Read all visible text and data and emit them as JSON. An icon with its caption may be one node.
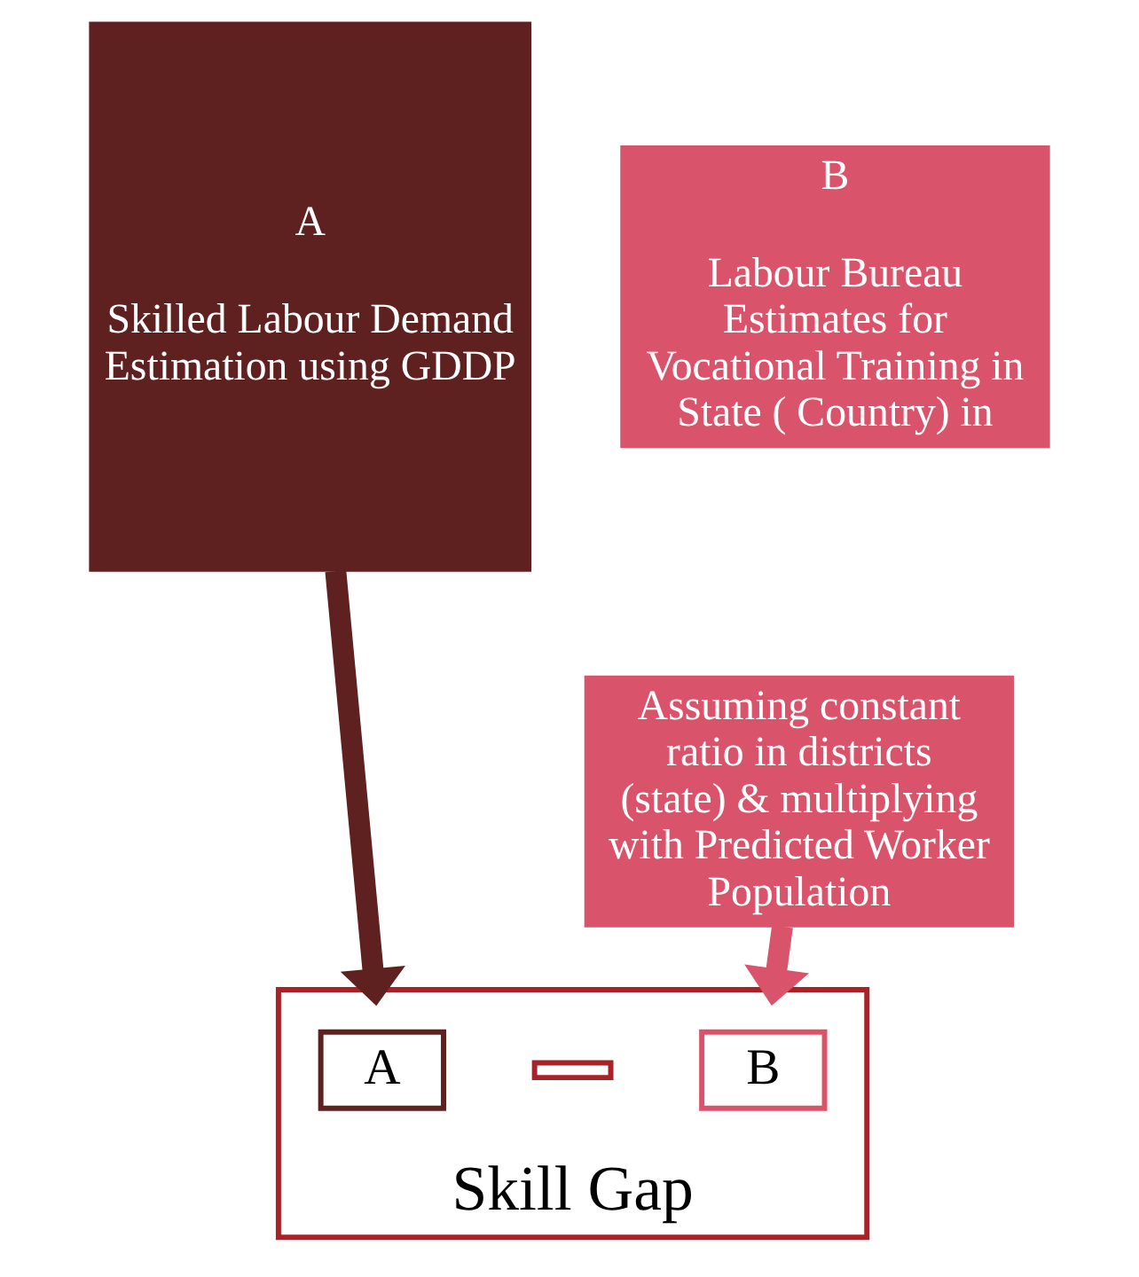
{
  "diagram": {
    "nodes": [
      {
        "text": [
          "A",
          "Skilled Labour Demand Estimation using GDDP"
        ]
      },
      {
        "text": [
          "B",
          "Labour Bureau Estimates for Vocational Training in State ( Country) in"
        ]
      },
      {
        "text": [
          "Assuming constant ratio in districts (state) & multiplying with Predicted Worker Population"
        ]
      },
      {
        "text": [
          "Skill Gap"
        ]
      },
      {
        "text": [
          "A"
        ],
        "in": 3
      },
      {
        "text": [],
        "shape": "bar",
        "in": 3
      },
      {
        "text": [
          "B"
        ],
        "in": 3
      }
    ],
    "edges": [
      {
        "from": 0,
        "to": 3,
        "arrow": "to",
        "color": "#5e2120"
      },
      {
        "from": 2,
        "to": 3,
        "arrow": "to",
        "color": "#d9546a"
      }
    ]
  }
}
